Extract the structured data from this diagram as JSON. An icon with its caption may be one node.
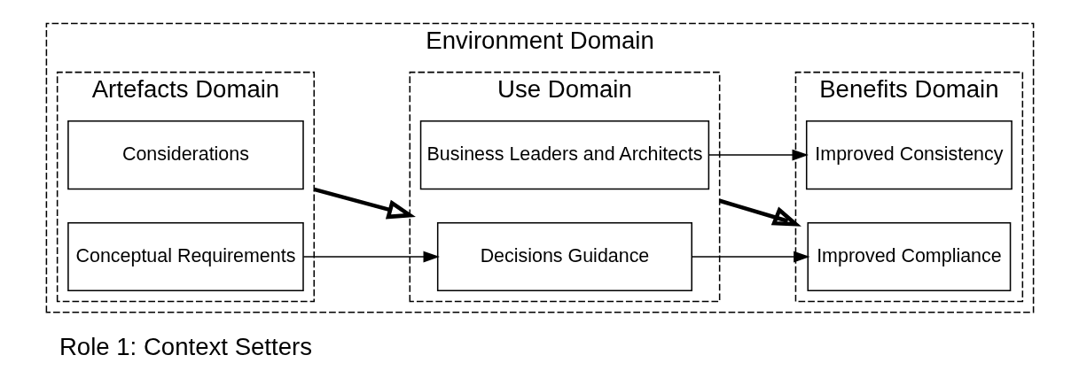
{
  "diagram": {
    "nodes": [
      {
        "text": [
          "Environment Domain"
        ]
      },
      {
        "text": [
          "Artefacts Domain"
        ],
        "in": 0
      },
      {
        "text": [
          "Use Domain"
        ],
        "in": 0
      },
      {
        "text": [
          "Benefits Domain"
        ],
        "in": 0
      },
      {
        "text": [
          "Considerations"
        ],
        "in": 1
      },
      {
        "text": [
          "Conceptual Requirements"
        ],
        "in": 1
      },
      {
        "text": [
          "Business Leaders and Architects"
        ],
        "in": 2
      },
      {
        "text": [
          "Decisions Guidance"
        ],
        "in": 2
      },
      {
        "text": [
          "Improved Consistency"
        ],
        "in": 3
      },
      {
        "text": [
          "Improved Compliance"
        ],
        "in": 3
      }
    ],
    "edges": [
      {
        "from": 1,
        "to": 2,
        "arrow": "to",
        "style": "thick"
      },
      {
        "from": 2,
        "to": 3,
        "arrow": "to",
        "style": "thick"
      },
      {
        "from": 5,
        "to": 7,
        "arrow": "to"
      },
      {
        "from": 6,
        "to": 8,
        "arrow": "to"
      },
      {
        "from": 7,
        "to": 9,
        "arrow": "to"
      }
    ],
    "labels": [
      "Role 1: Context Setters"
    ]
  }
}
